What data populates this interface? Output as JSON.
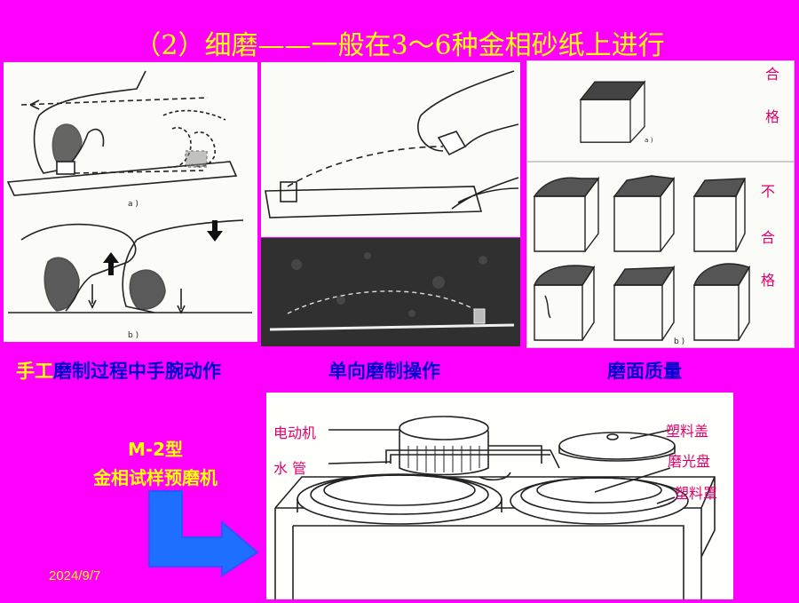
{
  "slide": {
    "title": "（2）细磨——一般在3～6种金相砂纸上进行",
    "date": "2024/9/7"
  },
  "captions": {
    "hand_motion_prefix": "手工",
    "hand_motion_rest": "磨制过程中手腕动作",
    "one_way": "单向磨制操作",
    "surface_quality": "磨面质量"
  },
  "figure_marks": {
    "a": "a )",
    "b": "b )"
  },
  "quality": {
    "pass": [
      "合",
      "格"
    ],
    "fail": [
      "不",
      "合",
      "格"
    ]
  },
  "machine": {
    "model": "M-2型",
    "name": "金相试样预磨机",
    "labels": {
      "motor": "电动机",
      "water_pipe": "水  管",
      "plastic_cover": "塑料盖",
      "polishing_disk": "磨光盘",
      "plastic_shield": "塑料罩"
    }
  },
  "colors": {
    "background": "#ff00ff",
    "title": "#ffff00",
    "caption": "#0000cc",
    "annotation": "#e0006a",
    "arrow": "#1e6fff"
  }
}
